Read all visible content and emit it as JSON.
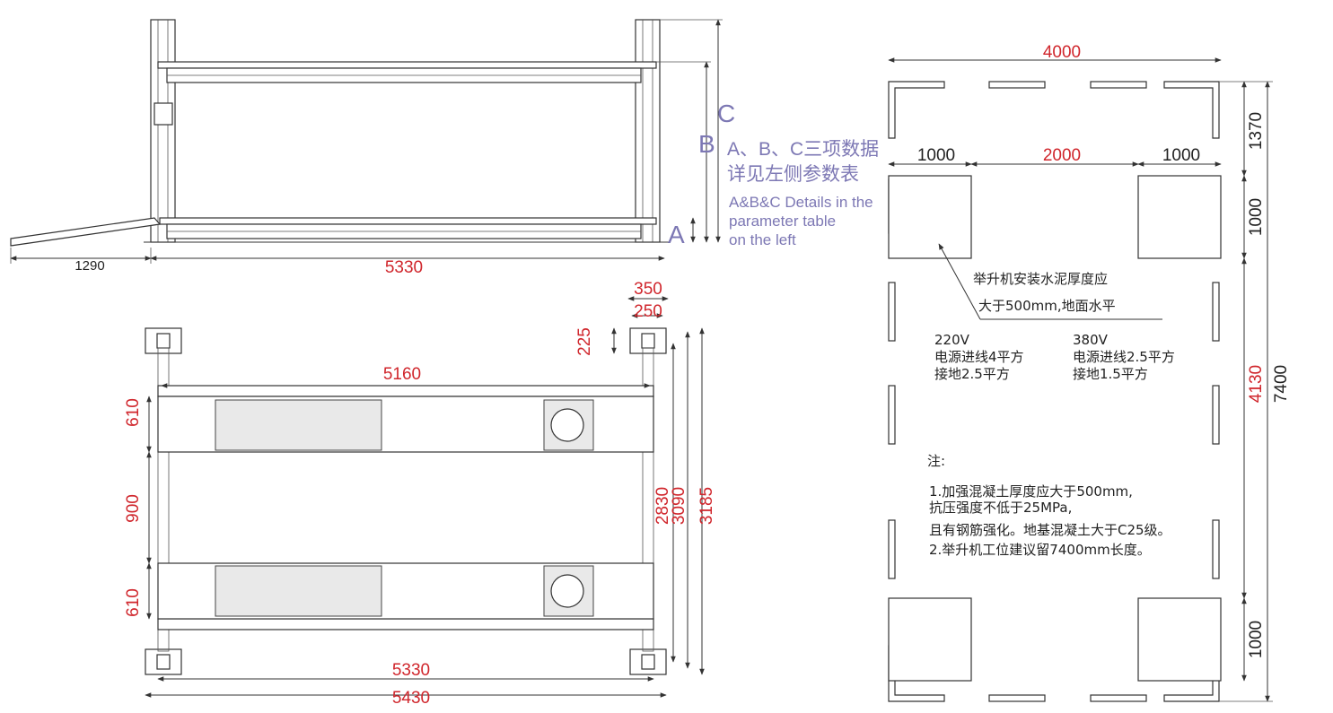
{
  "side_view": {
    "dim_ramp": "1290",
    "dim_length": "5330",
    "label_a": "A",
    "label_b": "B",
    "label_c": "C",
    "note_zh_line1": "A、B、C三项数据",
    "note_zh_line2": "详见左侧参数表",
    "note_en_line1": "A&B&C Details in the",
    "note_en_line2": "parameter table",
    "note_en_line3": "on the left"
  },
  "top_view": {
    "dim_350": "350",
    "dim_250": "250",
    "dim_225": "225",
    "dim_5160": "5160",
    "dim_610_top": "610",
    "dim_900": "900",
    "dim_610_bottom": "610",
    "dim_2830": "2830",
    "dim_3090": "3090",
    "dim_3185": "3185",
    "dim_5330": "5330",
    "dim_5430": "5430"
  },
  "floor_plan": {
    "dim_4000": "4000",
    "dim_1000_left": "1000",
    "dim_2000": "2000",
    "dim_1000_right": "1000",
    "dim_1370": "1370",
    "dim_1000_upper": "1000",
    "dim_4130": "4130",
    "dim_1000_lower": "1000",
    "dim_7400": "7400",
    "concrete_line1": "举升机安装水泥厚度应",
    "concrete_line2": "大于500mm,地面水平",
    "power_220_line1": "220V",
    "power_220_line2": "电源进线4平方",
    "power_220_line3": "接地2.5平方",
    "power_380_line1": "380V",
    "power_380_line2": "电源进线2.5平方",
    "power_380_line3": "接地1.5平方",
    "notes_title": "注:",
    "notes_line1": "1.加强混凝土厚度应大于500mm,",
    "notes_line2": "抗压强度不低于25MPa,",
    "notes_line3": "且有钢筋强化。地基混凝土大于C25级。",
    "notes_line4": "2.举升机工位建议留7400mm长度。"
  },
  "colors": {
    "dimension_red": "#d0262c",
    "label_purple": "#7d78b4",
    "line": "#333333"
  }
}
